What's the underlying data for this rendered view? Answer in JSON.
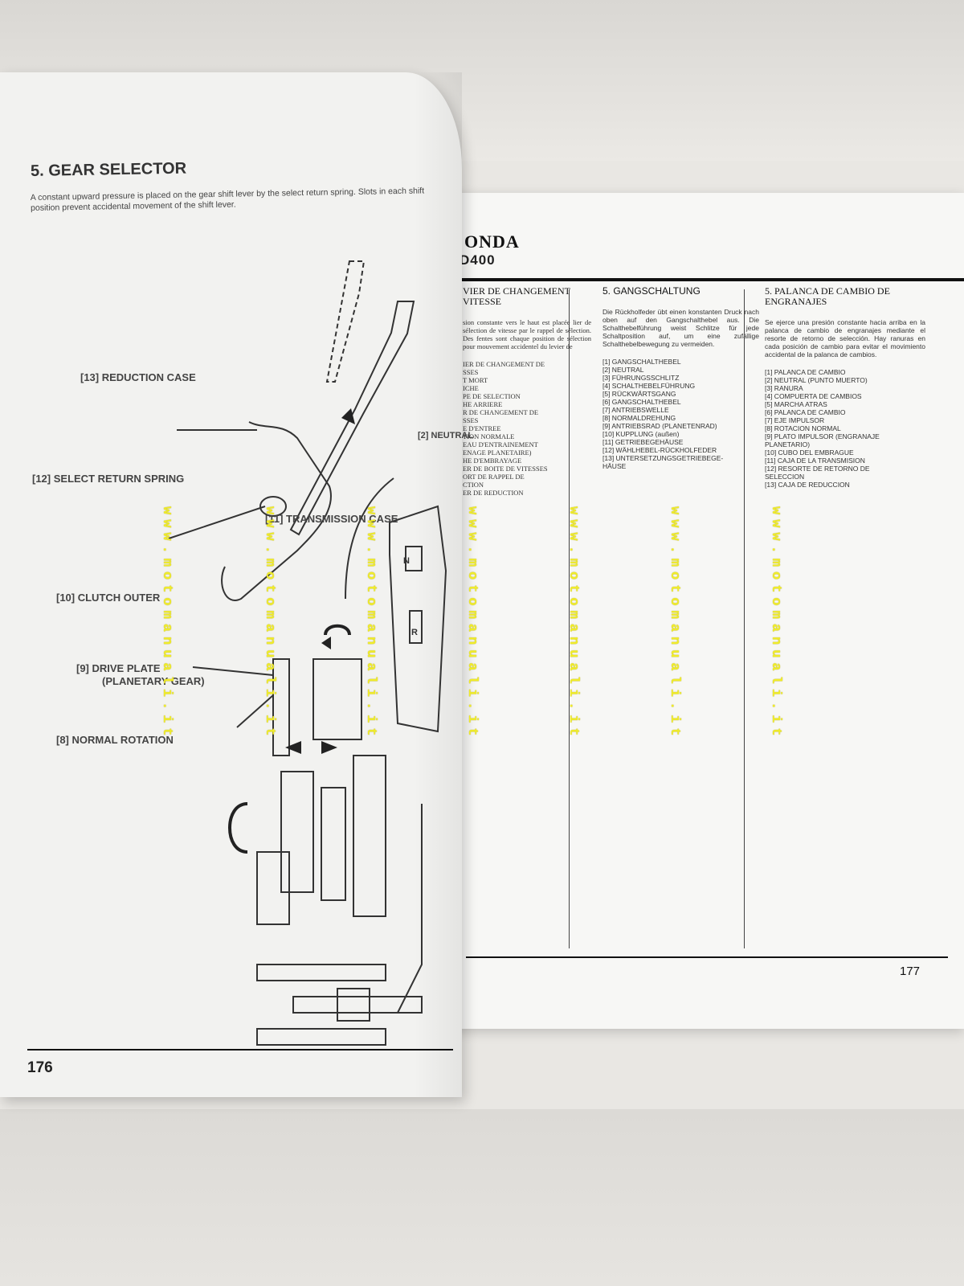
{
  "left_page": {
    "title": "5. GEAR SELECTOR",
    "intro": "A constant upward pressure is placed on the gear shift lever by the select return spring. Slots in each shift position prevent accidental movement of the shift lever.",
    "labels": {
      "l13": "[13]  REDUCTION CASE",
      "l12": "[12]  SELECT RETURN SPRING",
      "l11": "[11]  TRANSMISSION CASE",
      "l10": "[10]  CLUTCH OUTER",
      "l9a": "[9]  DRIVE PLATE",
      "l9b": "(PLANETARY GEAR)",
      "l8": "[8]  NORMAL ROTATION",
      "l2": "[2] NEUTRAL",
      "n": "N",
      "r": "R"
    },
    "page_number": "176"
  },
  "right_page": {
    "brand": "ONDA",
    "model": "D400",
    "fr": {
      "heading_1": "VIER DE CHANGEMENT",
      "heading_2": "VITESSE",
      "text": "sion constante vers le haut est placée lier de sélection de vitesse par le rappel de sélection. Des fentes sont chaque position de sélection pour mouvement accidentel du levier de",
      "items": [
        "IER DE CHANGEMENT DE",
        "SSES",
        "T MORT",
        "ICHE",
        "PE DE SELECTION",
        "HE ARRIERE",
        "R DE CHANGEMENT DE",
        "SSES",
        "E D'ENTREE",
        "TION NORMALE",
        "EAU D'ENTRAINEMENT",
        "ENAGE PLANETAIRE)",
        "HE D'EMBRAYAGE",
        "ER DE BOITE DE VITESSES",
        "ORT DE RAPPEL DE",
        "CTION",
        "ER DE REDUCTION"
      ]
    },
    "de": {
      "heading": "5. GANGSCHALTUNG",
      "text": "Die Rückholfeder übt einen konstanten Druck nach oben auf den Gangschalthebel aus. Die Schalthebelführung weist Schlitze für jede Schaltposition auf, um eine zufällige Schalthebelbewegung zu vermeiden.",
      "items": [
        "[1]   GANGSCHALTHEBEL",
        "[2]   NEUTRAL",
        "[3]   FÜHRUNGSSCHLITZ",
        "[4]   SCHALTHEBELFÜHRUNG",
        "[5]   RÜCKWÄRTSGANG",
        "[6]   GANGSCHALTHEBEL",
        "[7]   ANTRIEBSWELLE",
        "[8]   NORMALDREHUNG",
        "[9]   ANTRIEBSRAD (PLANETENRAD)",
        "[10]  KUPPLUNG (außen)",
        "[11]  GETRIEBEGEHÄUSE",
        "[12]  WÄHLHEBEL-RÜCKHOLFEDER",
        "[13]  UNTERSETZUNGSGETRIEBEGE-",
        "        HÄUSE"
      ]
    },
    "es": {
      "heading": "5. PALANCA DE CAMBIO DE ENGRANAJES",
      "text": "Se ejerce una presión constante hacia arriba en la palanca de cambio de engranajes mediante el resorte de retorno de selección. Hay ranuras en cada posición de cambio para evitar el movimiento accidental de la palanca de cambios.",
      "items": [
        "[1]   PALANCA DE CAMBIO",
        "[2]   NEUTRAL (PUNTO MUERTO)",
        "[3]   RANURA",
        "[4]   COMPUERTA DE CAMBIOS",
        "[5]   MARCHA ATRAS",
        "[6]   PALANCA DE CAMBIO",
        "[7]   EJE IMPULSOR",
        "[8]   ROTACION NORMAL",
        "[9]   PLATO IMPULSOR (ENGRANAJE",
        "        PLANETARIO)",
        "[10]  CUBO DEL EMBRAGUE",
        "[11]  CAJA DE LA TRANSMISION",
        "[12]  RESORTE DE RETORNO DE",
        "        SELECCION",
        "[13]  CAJA DE REDUCCION"
      ]
    },
    "page_number": "177"
  },
  "watermark": "www.motomanuali.it",
  "colors": {
    "watermark": "#f0ec2a",
    "paper": "#f4f4f2",
    "ink": "#222222"
  }
}
